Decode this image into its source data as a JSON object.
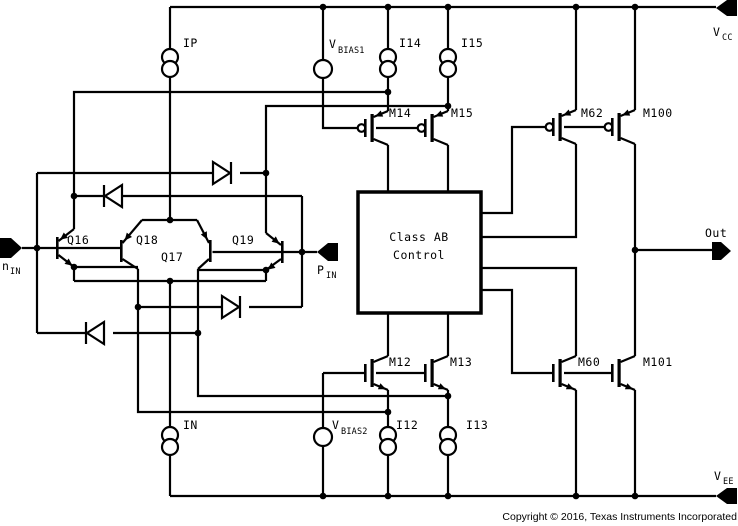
{
  "copyright": "Copyright © 2016, Texas Instruments Incorporated",
  "colors": {
    "ink": "#000000",
    "paper": "#ffffff"
  },
  "power": {
    "vcc": {
      "base": "V",
      "sub": "CC"
    },
    "vee": {
      "base": "V",
      "sub": "EE"
    }
  },
  "inputs": {
    "nin": {
      "base": "n",
      "sub": "IN"
    },
    "pin": {
      "base": "P",
      "sub": "IN"
    }
  },
  "output": {
    "label": "Out"
  },
  "control_block": {
    "line1": "Class AB",
    "line2": "Control"
  },
  "bias_sources": {
    "ip": "IP",
    "in": "IN",
    "vbias1": {
      "base": "V",
      "sub": "BIAS1"
    },
    "vbias2": {
      "base": "V",
      "sub": "BIAS2"
    },
    "i12": "I12",
    "i13": "I13",
    "i14": "I14",
    "i15": "I15"
  },
  "transistors": {
    "q16": "Q16",
    "q17": "Q17",
    "q18": "Q18",
    "q19": "Q19",
    "m12": "M12",
    "m13": "M13",
    "m14": "M14",
    "m15": "M15",
    "m60": "M60",
    "m62": "M62",
    "m100": "M100",
    "m101": "M101"
  }
}
